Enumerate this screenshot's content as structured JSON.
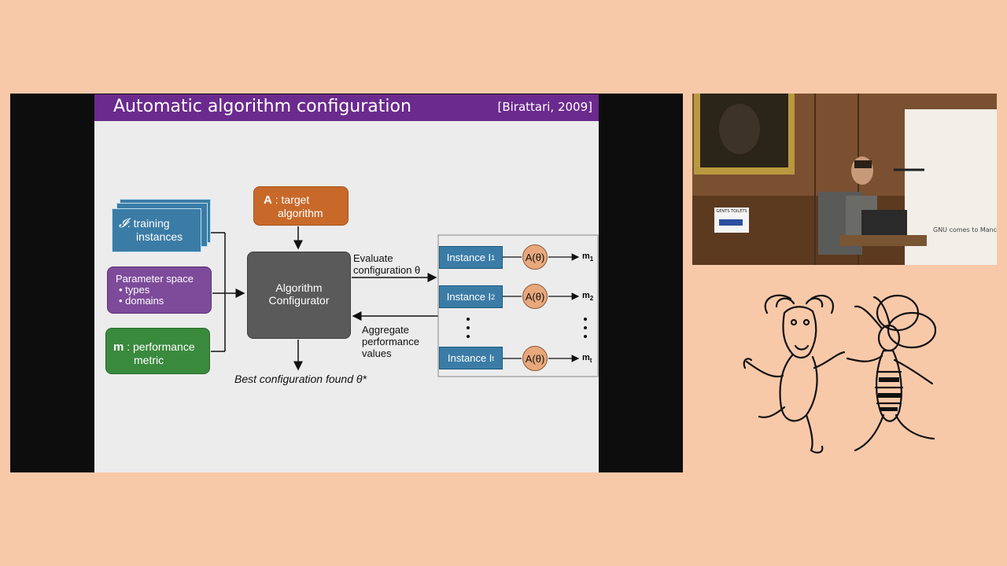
{
  "slide": {
    "title": "Automatic algorithm configuration",
    "citation": "[Birattari, 2009]"
  },
  "diagram": {
    "target": {
      "bold": "A",
      "line1": " : target",
      "line2": "algorithm"
    },
    "training": {
      "symbol": "𝓘",
      "line1": ": training",
      "line2": "instances"
    },
    "param": {
      "line1": "Parameter space",
      "line2": "• types",
      "line3": "• domains"
    },
    "metric": {
      "bold": "m",
      "line1": " : performance",
      "line2": "metric"
    },
    "configurator": {
      "line1": "Algorithm",
      "line2": "Configurator"
    },
    "evaluate": {
      "line1": "Evaluate",
      "line2": "configuration θ"
    },
    "aggregate": {
      "line1": "Aggregate",
      "line2": "performance",
      "line3": "values"
    },
    "best": "Best configuration found θ*",
    "instances": [
      {
        "label": "Instance I",
        "sub": "1",
        "algo": "A(θ)",
        "m": "m",
        "msub": "1"
      },
      {
        "label": "Instance I",
        "sub": "2",
        "algo": "A(θ)",
        "m": "m",
        "msub": "2"
      },
      {
        "label": "Instance I",
        "sub": "t",
        "algo": "A(θ)",
        "m": "m",
        "msub": "t"
      }
    ]
  },
  "camera": {
    "sign": "GENTS TOILETS",
    "banner": "GNU comes to Manchester"
  },
  "colors": {
    "background": "#f8c9a9",
    "title_bar": "#6b2a8e",
    "instance_blue": "#3b7ca6",
    "target_orange": "#c8692a",
    "param_purple": "#7d4b9a",
    "metric_green": "#3a8a3e",
    "configurator_gray": "#5a5a5a"
  }
}
